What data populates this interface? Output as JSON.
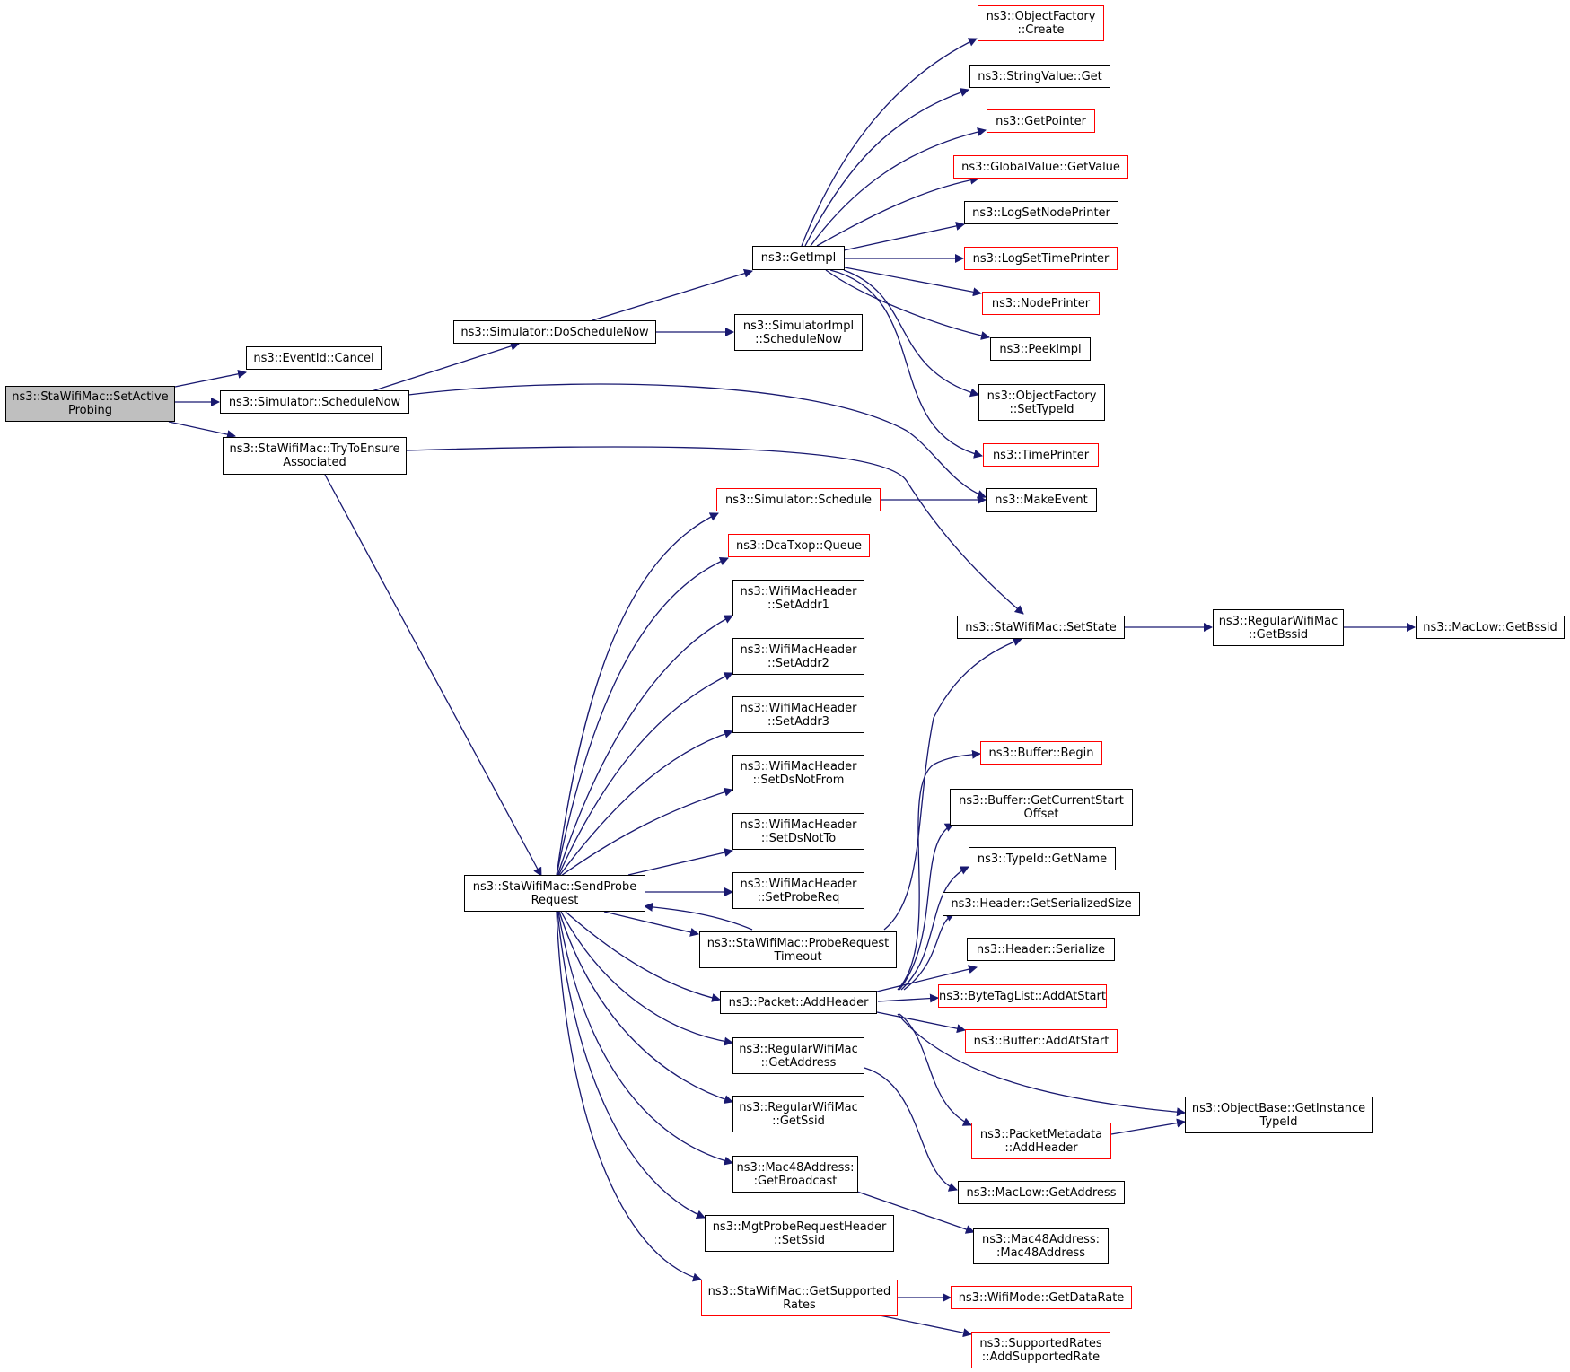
{
  "colors": {
    "edge": "#191970",
    "node_border": "#000000",
    "node_border_incomplete": "#ff0000",
    "root_fill": "#bfbfbf"
  },
  "nodes": {
    "setactiveprobing": [
      "ns3::StaWifiMac::SetActive",
      "Probing"
    ],
    "eventid_cancel": [
      "ns3::EventId::Cancel"
    ],
    "simulator_schedulenow": [
      "ns3::Simulator::ScheduleNow"
    ],
    "trytoensureassociated": [
      "ns3::StaWifiMac::TryToEnsure",
      "Associated"
    ],
    "simulator_doschedulenow": [
      "ns3::Simulator::DoScheduleNow"
    ],
    "simulatorimpl_schedulenow": [
      "ns3::SimulatorImpl",
      "::ScheduleNow"
    ],
    "getimpl": [
      "ns3::GetImpl"
    ],
    "objectfactory_create": [
      "ns3::ObjectFactory",
      "::Create"
    ],
    "stringvalue_get": [
      "ns3::StringValue::Get"
    ],
    "getpointer": [
      "ns3::GetPointer"
    ],
    "globalvalue_getvalue": [
      "ns3::GlobalValue::GetValue"
    ],
    "logsetnodeprinter": [
      "ns3::LogSetNodePrinter"
    ],
    "logsettimeprinter": [
      "ns3::LogSetTimePrinter"
    ],
    "nodeprinter": [
      "ns3::NodePrinter"
    ],
    "peekimpl": [
      "ns3::PeekImpl"
    ],
    "objectfactory_settypeid": [
      "ns3::ObjectFactory",
      "::SetTypeId"
    ],
    "timeprinter": [
      "ns3::TimePrinter"
    ],
    "makeevent": [
      "ns3::MakeEvent"
    ],
    "simulator_schedule": [
      "ns3::Simulator::Schedule"
    ],
    "dcatxop_queue": [
      "ns3::DcaTxop::Queue"
    ],
    "setaddr1": [
      "ns3::WifiMacHeader",
      "::SetAddr1"
    ],
    "setaddr2": [
      "ns3::WifiMacHeader",
      "::SetAddr2"
    ],
    "setaddr3": [
      "ns3::WifiMacHeader",
      "::SetAddr3"
    ],
    "setdsnotfrom": [
      "ns3::WifiMacHeader",
      "::SetDsNotFrom"
    ],
    "setdsnotto": [
      "ns3::WifiMacHeader",
      "::SetDsNotTo"
    ],
    "setprobereq": [
      "ns3::WifiMacHeader",
      "::SetProbeReq"
    ],
    "sendproberequest": [
      "ns3::StaWifiMac::SendProbe",
      "Request"
    ],
    "proberequesttimeout": [
      "ns3::StaWifiMac::ProbeRequest",
      "Timeout"
    ],
    "packet_addheader": [
      "ns3::Packet::AddHeader"
    ],
    "regularwifimac_getaddress": [
      "ns3::RegularWifiMac",
      "::GetAddress"
    ],
    "regularwifimac_getssid": [
      "ns3::RegularWifiMac",
      "::GetSsid"
    ],
    "mac48_getbroadcast": [
      "ns3::Mac48Address:",
      ":GetBroadcast"
    ],
    "mgtproberequestheader_setssid": [
      "ns3::MgtProbeRequestHeader",
      "::SetSsid"
    ],
    "getsupportedrates": [
      "ns3::StaWifiMac::GetSupported",
      "Rates"
    ],
    "setstate": [
      "ns3::StaWifiMac::SetState"
    ],
    "regularwifimac_getbssid": [
      "ns3::RegularWifiMac",
      "::GetBssid"
    ],
    "maclow_getbssid": [
      "ns3::MacLow::GetBssid"
    ],
    "buffer_begin": [
      "ns3::Buffer::Begin"
    ],
    "buffer_getcurrentstartoffset": [
      "ns3::Buffer::GetCurrentStart",
      "Offset"
    ],
    "typeid_getname": [
      "ns3::TypeId::GetName"
    ],
    "header_getserializedsize": [
      "ns3::Header::GetSerializedSize"
    ],
    "header_serialize": [
      "ns3::Header::Serialize"
    ],
    "bytetaglist_addatstart": [
      "ns3::ByteTagList::AddAtStart"
    ],
    "buffer_addatstart": [
      "ns3::Buffer::AddAtStart"
    ],
    "objectbase_getinstancetypeid": [
      "ns3::ObjectBase::GetInstance",
      "TypeId"
    ],
    "packetmetadata_addheader": [
      "ns3::PacketMetadata",
      "::AddHeader"
    ],
    "maclow_getaddress": [
      "ns3::MacLow::GetAddress"
    ],
    "mac48address_ctor": [
      "ns3::Mac48Address:",
      ":Mac48Address"
    ],
    "wifimode_getdatarate": [
      "ns3::WifiMode::GetDataRate"
    ],
    "supportedrates_addsupportedrate": [
      "ns3::SupportedRates",
      "::AddSupportedRate"
    ]
  }
}
